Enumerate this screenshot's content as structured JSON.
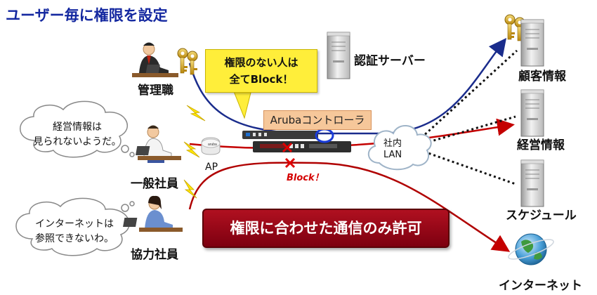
{
  "title": "ユーザー毎に権限を設定",
  "users": {
    "manager": "管理職",
    "employee": "一般社員",
    "partner": "協力社員"
  },
  "thoughts": {
    "employee": [
      "経営情報は",
      "見られないようだ。"
    ],
    "partner": [
      "インターネットは",
      "参照できないわ。"
    ]
  },
  "callout": [
    "権限のない人は",
    "全てBlock！"
  ],
  "auth_server": "認証サーバー",
  "controller": "Arubaコントローラ",
  "ap": "AP",
  "lan": [
    "社内",
    "LAN"
  ],
  "block_label": "Block！",
  "resources": {
    "customer": "顧客情報",
    "management": "経営情報",
    "schedule": "スケジュール",
    "internet": "インターネット"
  },
  "banner": "権限に合わせた通信のみ許可",
  "colors": {
    "title": "#1428a0",
    "manager_line": "#1a2c8c",
    "employee_line": "#c40000",
    "partner_line": "#b00000",
    "callout": "#ffee3a",
    "controller_label": "#f6c79a",
    "banner": "#9a0818",
    "block": "#d40000"
  },
  "icons": [
    "key-icon",
    "server-icon",
    "person-icon",
    "globe-icon",
    "lightning-icon",
    "cloud-icon",
    "x-mark-icon"
  ]
}
